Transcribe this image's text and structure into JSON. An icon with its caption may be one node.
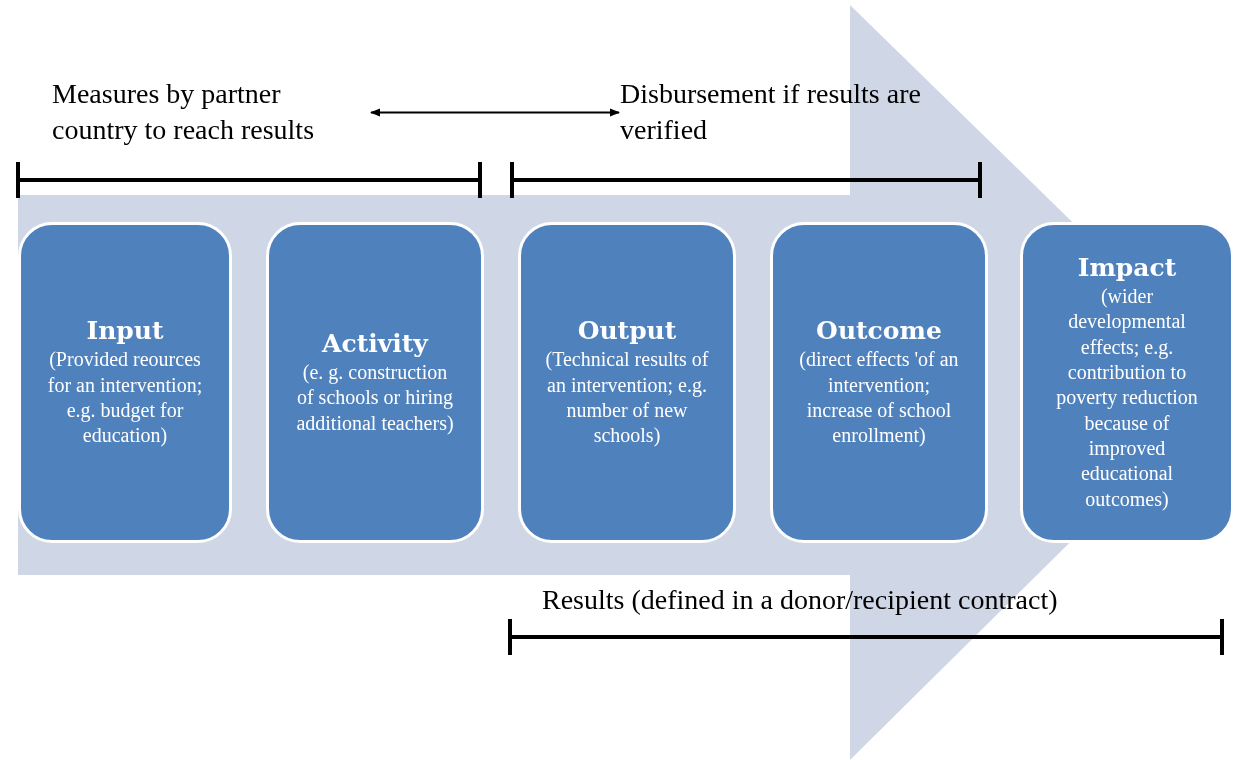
{
  "diagram": {
    "nodes": [
      {
        "text": [
          "Input",
          "(Provided reources for an intervention; e.g. budget for education)"
        ]
      },
      {
        "text": [
          "Activity",
          "(e. g. construction of schools or hiring additional teachers)"
        ]
      },
      {
        "text": [
          "Output",
          "(Technical results of an intervention; e.g. number of new schools)"
        ]
      },
      {
        "text": [
          "Outcome",
          "(direct effects 'of an intervention; increase of school enrollment)"
        ]
      },
      {
        "text": [
          "Impact",
          "(wider developmental effects; e.g. contribution to poverty reduction because of improved educational outcomes)"
        ]
      },
      {
        "text": [
          "Measures by partner country to reach results"
        ]
      },
      {
        "text": [
          "Disbursement if results are verified"
        ]
      }
    ],
    "edges": [
      {
        "from": 5,
        "to": 6,
        "arrow": "both"
      },
      {
        "from": 0,
        "to": 4,
        "arrow": "to"
      }
    ],
    "labels": [
      "Results (defined in a donor/recipient contract)"
    ]
  }
}
